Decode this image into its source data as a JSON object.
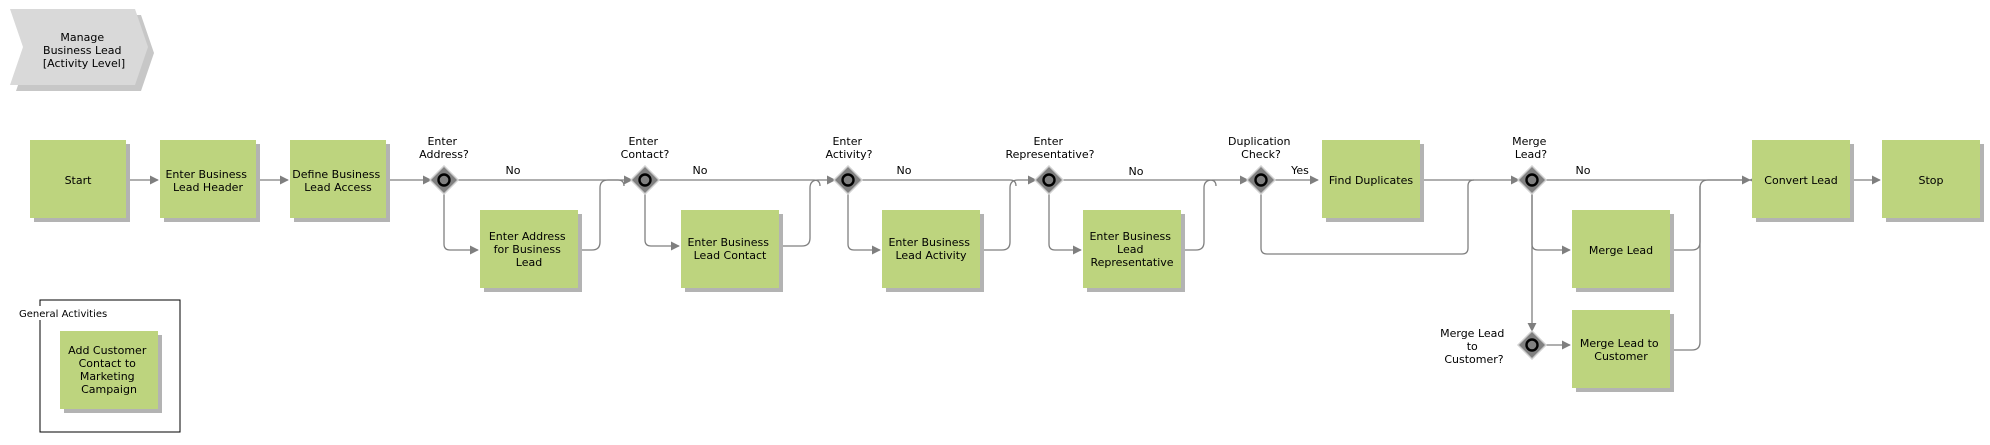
{
  "header": {
    "title_lines": [
      "Manage",
      "Business Lead",
      "[Activity Level]"
    ]
  },
  "nodes": {
    "start": {
      "lines": [
        "Start"
      ]
    },
    "enter_header": {
      "lines": [
        "Enter Business",
        "Lead Header"
      ]
    },
    "define_access": {
      "lines": [
        "Define Business",
        "Lead Access"
      ]
    },
    "enter_address": {
      "lines": [
        "Enter Address",
        "for Business",
        "Lead"
      ]
    },
    "enter_contact": {
      "lines": [
        "Enter Business",
        "Lead Contact"
      ]
    },
    "enter_activity": {
      "lines": [
        "Enter Business",
        "Lead Activity"
      ]
    },
    "enter_rep": {
      "lines": [
        "Enter Business",
        "Lead",
        "Representative"
      ]
    },
    "find_duplicates": {
      "lines": [
        "Find Duplicates"
      ]
    },
    "merge_lead": {
      "lines": [
        "Merge Lead"
      ]
    },
    "merge_lead_customer": {
      "lines": [
        "Merge Lead to",
        "Customer"
      ]
    },
    "convert_lead": {
      "lines": [
        "Convert Lead"
      ]
    },
    "stop": {
      "lines": [
        "Stop"
      ]
    },
    "add_customer_contact": {
      "lines": [
        "Add Customer",
        "Contact to",
        "Marketing",
        "Campaign"
      ]
    }
  },
  "gateways": {
    "address": {
      "lines": [
        "Enter",
        "Address?"
      ]
    },
    "contact": {
      "lines": [
        "Enter",
        "Contact?"
      ]
    },
    "activity": {
      "lines": [
        "Enter",
        "Activity?"
      ]
    },
    "rep": {
      "lines": [
        "Enter",
        "Representative?"
      ]
    },
    "duplication": {
      "lines": [
        "Duplication",
        "Check?"
      ]
    },
    "merge": {
      "lines": [
        "Merge",
        "Lead?"
      ]
    },
    "merge_customer": {
      "lines": [
        "Merge Lead",
        "to",
        "Customer?"
      ]
    }
  },
  "edge_labels": {
    "no": "No",
    "yes": "Yes"
  },
  "general_activities": {
    "title": "General Activities"
  },
  "colors": {
    "task_fill": "#bdd47e",
    "task_shadow": "#b3b3b3",
    "header_fill": "#d9d9d9",
    "gateway_fill": "#808080",
    "line": "#7f7f7f",
    "text": "#000000"
  }
}
